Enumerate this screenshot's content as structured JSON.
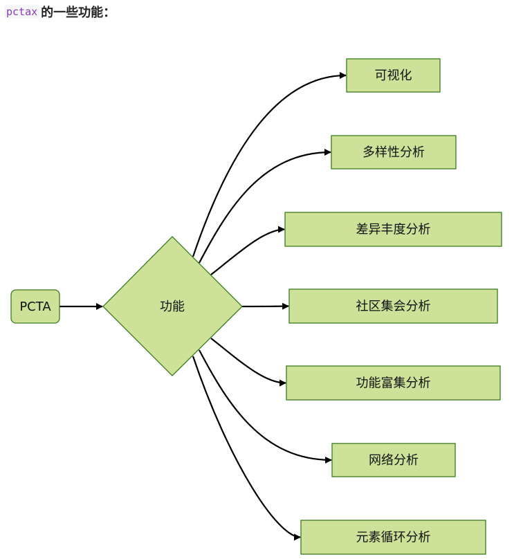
{
  "heading": {
    "code": "pctax",
    "text": "的一些功能："
  },
  "colors": {
    "node_fill": "#cde298",
    "node_stroke": "#3b7a1e",
    "edge": "#000000"
  },
  "diagram": {
    "root": {
      "label": "PCTA"
    },
    "hub": {
      "label": "功能"
    },
    "features": [
      {
        "label": "可视化"
      },
      {
        "label": "多样性分析"
      },
      {
        "label": "差异丰度分析"
      },
      {
        "label": "社区集会分析"
      },
      {
        "label": "功能富集分析"
      },
      {
        "label": "网络分析"
      },
      {
        "label": "元素循环分析"
      }
    ]
  }
}
